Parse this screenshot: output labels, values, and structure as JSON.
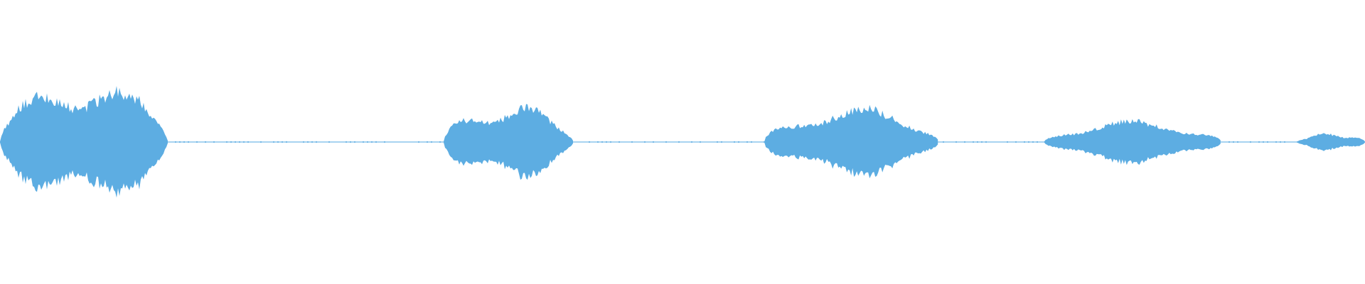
{
  "waveform": {
    "color": "#5DADE2",
    "bursts": [
      {
        "start": 0.0,
        "end": 0.123,
        "peak": 0.7
      },
      {
        "start": 0.325,
        "end": 0.42,
        "peak": 0.42
      },
      {
        "start": 0.56,
        "end": 0.688,
        "peak": 0.4
      },
      {
        "start": 0.765,
        "end": 0.895,
        "peak": 0.24
      },
      {
        "start": 0.95,
        "end": 1.0,
        "peak": 0.1
      }
    ]
  }
}
